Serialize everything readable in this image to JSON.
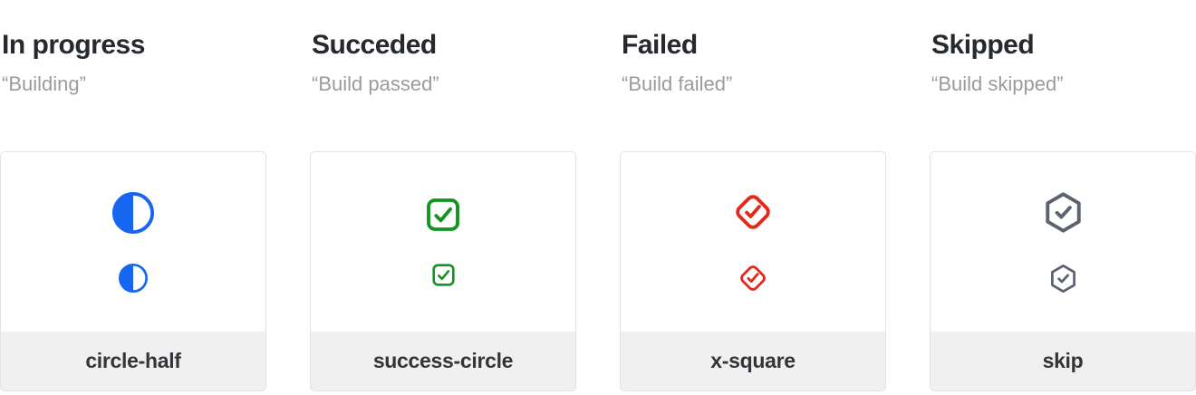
{
  "columns": [
    {
      "title": "In progress",
      "subtitle": "“Building”",
      "icon": "circle-half-icon",
      "label": "circle-half",
      "color": "#1766f2"
    },
    {
      "title": "Succeded",
      "subtitle": "“Build passed”",
      "icon": "success-circle-icon",
      "label": "success-circle",
      "color": "#10961e"
    },
    {
      "title": "Failed",
      "subtitle": "“Build failed”",
      "icon": "x-square-icon",
      "label": "x-square",
      "color": "#e5281b"
    },
    {
      "title": "Skipped",
      "subtitle": "“Build skipped”",
      "icon": "skip-icon",
      "label": "skip",
      "color": "#5d6271"
    }
  ],
  "ui_colors": {
    "card_border": "#e2e2e2",
    "card_footer_background": "#f0f0f0",
    "title_text": "#26292d",
    "subtitle_text": "#9b9b9b",
    "footer_label_text": "#32363b"
  }
}
